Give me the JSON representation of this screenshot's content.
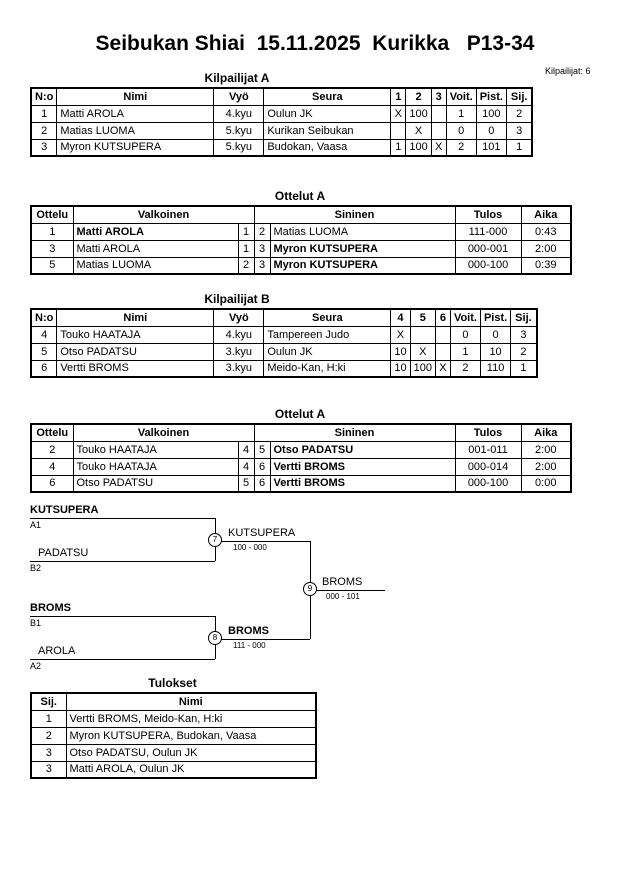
{
  "title": "Seibukan Shiai  15.11.2025  Kurikka   P13-34",
  "competitors_label": "Kilpailijat: 6",
  "poolA": {
    "heading": "Kilpailijat A",
    "columns": [
      "N:o",
      "Nimi",
      "Vyö",
      "Seura",
      "1",
      "2",
      "3",
      "Voit.",
      "Pist.",
      "Sij."
    ],
    "rows": [
      [
        "1",
        "Matti AROLA",
        "4.kyu",
        "Oulun JK",
        "X",
        "100",
        "",
        "1",
        "100",
        "2"
      ],
      [
        "2",
        "Matias LUOMA",
        "5.kyu",
        "Kurikan Seibukan",
        "",
        "X",
        "",
        "0",
        "0",
        "3"
      ],
      [
        "3",
        "Myron KUTSUPERA",
        "5.kyu",
        "Budokan, Vaasa",
        "1",
        "100",
        "X",
        "2",
        "101",
        "1"
      ]
    ]
  },
  "matchesA": {
    "heading": "Ottelut A",
    "columns": [
      "Ottelu",
      "Valkoinen",
      "Sininen",
      "Tulos",
      "Aika"
    ],
    "rows": [
      [
        "1",
        "Matti AROLA",
        "1",
        "2",
        "Matias LUOMA",
        "111-000",
        "0:43"
      ],
      [
        "3",
        "Matti AROLA",
        "1",
        "3",
        "Myron KUTSUPERA",
        "000-001",
        "2:00"
      ],
      [
        "5",
        "Matias LUOMA",
        "2",
        "3",
        "Myron KUTSUPERA",
        "000-100",
        "0:39"
      ]
    ]
  },
  "poolB": {
    "heading": "Kilpailijat B",
    "columns": [
      "N:o",
      "Nimi",
      "Vyö",
      "Seura",
      "4",
      "5",
      "6",
      "Voit.",
      "Pist.",
      "Sij."
    ],
    "rows": [
      [
        "4",
        "Touko HAATAJA",
        "4.kyu",
        "Tampereen Judo",
        "X",
        "",
        "",
        "0",
        "0",
        "3"
      ],
      [
        "5",
        "Otso PADATSU",
        "3.kyu",
        "Oulun JK",
        "10",
        "X",
        "",
        "1",
        "10",
        "2"
      ],
      [
        "6",
        "Vertti BROMS",
        "3.kyu",
        "Meido-Kan, H:ki",
        "10",
        "100",
        "X",
        "2",
        "110",
        "1"
      ]
    ]
  },
  "matchesB": {
    "heading": "Ottelut A",
    "columns": [
      "Ottelu",
      "Valkoinen",
      "Sininen",
      "Tulos",
      "Aika"
    ],
    "rows": [
      [
        "2",
        "Touko HAATAJA",
        "4",
        "5",
        "Otso PADATSU",
        "001-011",
        "2:00"
      ],
      [
        "4",
        "Touko HAATAJA",
        "4",
        "6",
        "Vertti BROMS",
        "000-014",
        "2:00"
      ],
      [
        "6",
        "Otso PADATSU",
        "5",
        "6",
        "Vertti BROMS",
        "000-100",
        "0:00"
      ]
    ]
  },
  "bracket": {
    "semi1": {
      "top": "KUTSUPERA",
      "top_seed": "A1",
      "bottom": "PADATSU",
      "bottom_seed": "B2",
      "match_no": "7",
      "winner": "KUTSUPERA",
      "score": "100 - 000"
    },
    "semi2": {
      "top": "BROMS",
      "top_seed": "B1",
      "bottom": "AROLA",
      "bottom_seed": "A2",
      "match_no": "8",
      "winner": "BROMS",
      "score": "111 - 000"
    },
    "final": {
      "match_no": "9",
      "winner": "BROMS",
      "score": "000 - 101"
    }
  },
  "results": {
    "heading": "Tulokset",
    "columns": [
      "Sij.",
      "Nimi"
    ],
    "rows": [
      [
        "1",
        "Vertti BROMS, Meido-Kan, H:ki"
      ],
      [
        "2",
        "Myron KUTSUPERA, Budokan, Vaasa"
      ],
      [
        "3",
        "Otso PADATSU, Oulun JK"
      ],
      [
        "3",
        "Matti AROLA, Oulun JK"
      ]
    ]
  }
}
